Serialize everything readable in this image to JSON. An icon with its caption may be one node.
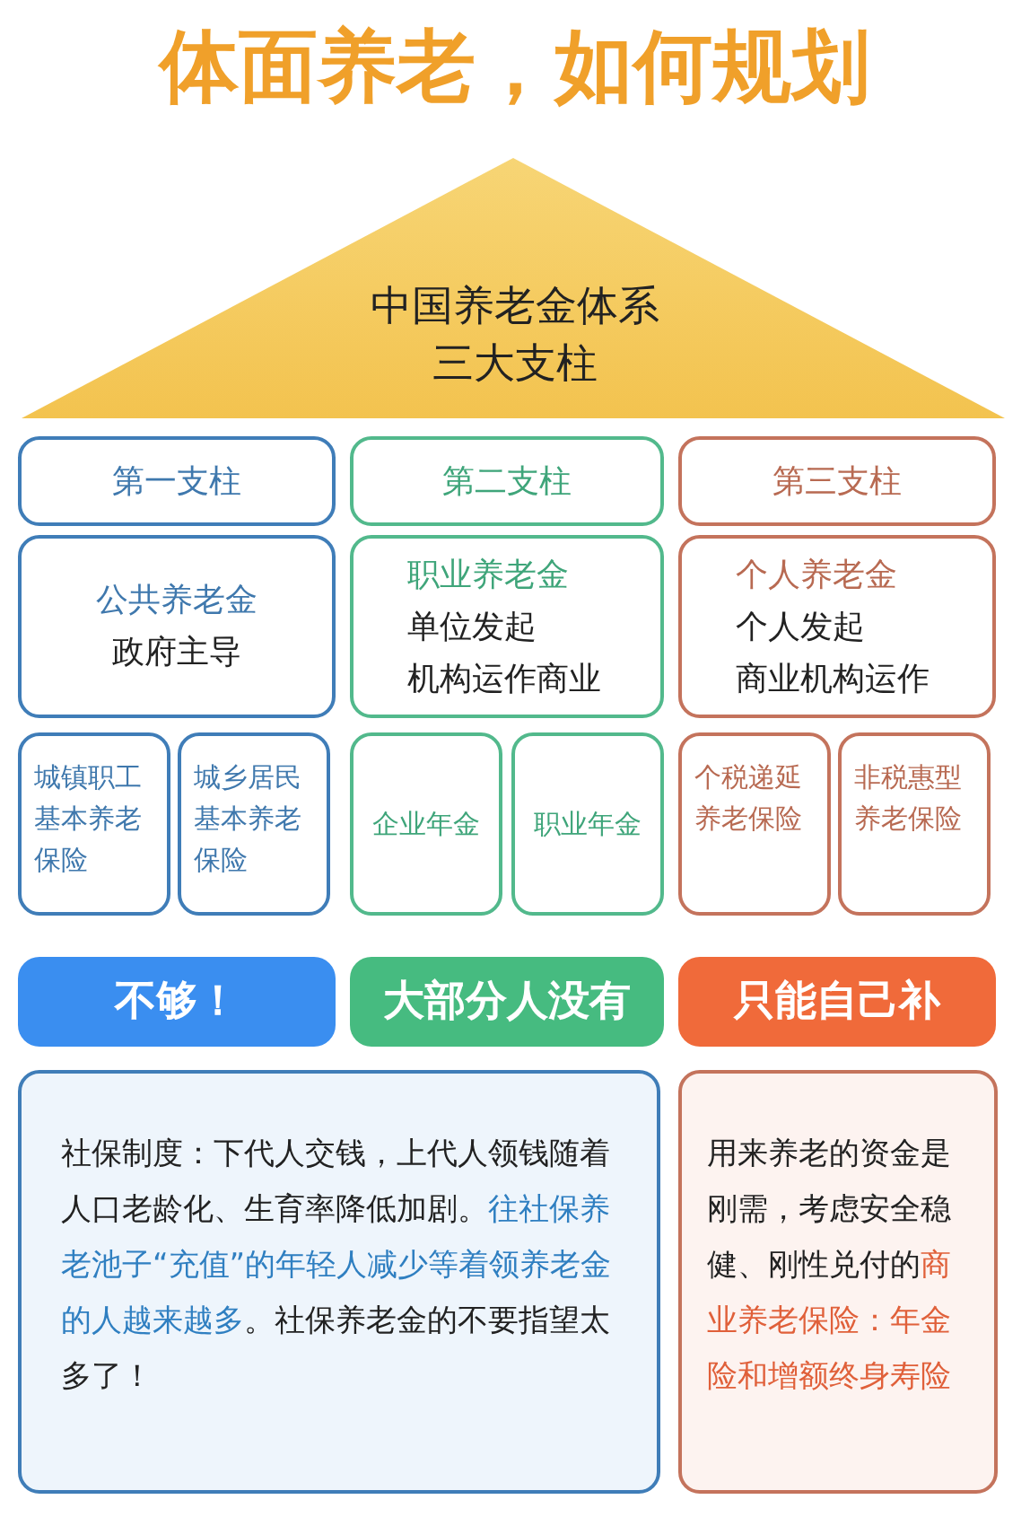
{
  "diagram": {
    "title": "体面养老，如何规划",
    "nodes": [
      {
        "text": [
          "中国养老金体系",
          "三大支柱"
        ]
      },
      {
        "text": [
          "第一支柱"
        ]
      },
      {
        "text": [
          "第二支柱"
        ]
      },
      {
        "text": [
          "第三支柱"
        ]
      },
      {
        "text": [
          "公共养老金",
          "政府主导"
        ]
      },
      {
        "text": [
          "职业养老金",
          "单位发起",
          "机构运作商业"
        ]
      },
      {
        "text": [
          "个人养老金",
          "个人发起",
          "商业机构运作"
        ]
      },
      {
        "text": [
          "城镇职工基本养老保险"
        ]
      },
      {
        "text": [
          "城乡居民基本养老保险"
        ]
      },
      {
        "text": [
          "企业年金"
        ]
      },
      {
        "text": [
          "职业年金"
        ]
      },
      {
        "text": [
          "个税递延养老保险"
        ]
      },
      {
        "text": [
          "非税惠型养老保险"
        ]
      },
      {
        "text": [
          "不够！"
        ]
      },
      {
        "text": [
          "大部分人没有"
        ]
      },
      {
        "text": [
          "只能自己补"
        ]
      },
      {
        "text": [
          "社保制度：下代人交钱，上代人领钱随着人口老龄化、生育率降低加剧。**往社保养老池子“充值”的年轻人减少等着领养老金的人越来越多**。社保养老金的不要指望太多了！"
        ]
      },
      {
        "text": [
          "用来养老的资金是刚需，考虑安全稳健、刚性兑付的**商业养老保险：年金险和增额终身寿险**"
        ]
      }
    ]
  }
}
